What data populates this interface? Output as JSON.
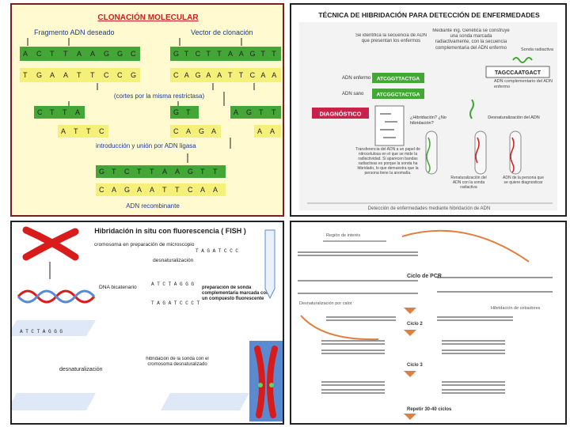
{
  "panel1": {
    "title": "CLONACIÓN MOLECULAR",
    "fragment_label": "Fragmento ADN deseado",
    "vector_label": "Vector de clonación",
    "seq_top_left": [
      "A",
      "C",
      "T",
      "T",
      "A",
      "A",
      "G",
      "G",
      "C"
    ],
    "seq_bot_left": [
      "T",
      "G",
      "A",
      "A",
      "T",
      "T",
      "C",
      "C",
      "G"
    ],
    "seq_top_right": [
      "G",
      "T",
      "C",
      "T",
      "T",
      "A",
      "A",
      "G",
      "T",
      "T"
    ],
    "seq_bot_right": [
      "C",
      "A",
      "G",
      "A",
      "A",
      "T",
      "T",
      "C",
      "A",
      "A"
    ],
    "cut_caption": "(cortes por la misma restrictasa)",
    "mid_left_top": [
      "C",
      "T",
      "T",
      "A"
    ],
    "mid_left_bot": [
      "A",
      "T",
      "T",
      "C"
    ],
    "mid_mid_top": [
      "G",
      "T"
    ],
    "mid_mid_bot": [
      "C",
      "A",
      "G",
      "A"
    ],
    "mid_right_top": [
      "A",
      "G",
      "T",
      "T"
    ],
    "mid_right_bot": [
      "A",
      "A"
    ],
    "ligase_caption": "introducción y unión por ADN ligasa",
    "final_top": [
      "G",
      "T",
      "C",
      "T",
      "T",
      "A",
      "A",
      "G",
      "T",
      "T"
    ],
    "final_bot": [
      "C",
      "A",
      "G",
      "A",
      "A",
      "T",
      "T",
      "C",
      "A",
      "A"
    ],
    "recombinant_label": "ADN recombinante"
  },
  "panel2": {
    "title": "TÉCNICA DE HIBRIDACIÓN PARA DETECCIÓN DE ENFERMEDADES",
    "step1": "Se identifica la secuencia de ADN que presentan los enfermos",
    "step2": "Mediante ing. Genética se construye una sonda marcada radiactivamente, con la secuencia complementaria del ADN enfermo",
    "probe_label": "Sonda radiactiva",
    "probe_seq": "TAGCCAATGACT",
    "sick_label": "ADN enfermo",
    "sick_seq": "ATCGGTTACTGA",
    "healthy_label": "ADN sano",
    "healthy_seq": "ATCGGCTACTGA",
    "complement_label": "ADN complementario del ADN enfermo",
    "diagnosis_label": "DIAGNÓSTICO",
    "question": "¿Hibridación? ¿No hibridación?",
    "denature_label": "Desnaturalización del ADN",
    "transfer_text": "Transferencia del ADN a un papel de nitrocelulosa en el que se mide la radiactividad. Si aparecen bandas radiactivas es porque la sonda ha hibridado, lo que demuestra que la persona tiene la anomalía.",
    "renature_label": "Renaturalización del ADN con la sonda radiactiva",
    "person_label": "ADN de la persona que se quiere diagnosticar",
    "caption": "Detección de enfermedades mediante hibridación de ADN"
  },
  "panel3": {
    "title": "Hibridación in situ con fluorescencia ( FISH )",
    "chromosome_label": "cromosoma en preparación de microscopio",
    "denat_label": "desnaturalización",
    "dna_label": "DNA bicatenario",
    "probe_prep_label": "preparación de sonda complementaria marcada con un compuesto fluorescente",
    "denat2_label": "desnaturalización",
    "hybrid_label": "hibridación de la sonda con el cromosoma desnaturalizado",
    "seq_a": "T A G A T C C C",
    "seq_b": "A T C T A G G G",
    "seq_c": "T A G A T C C C T",
    "seq_d": "A T C T A G G G"
  },
  "panel4": {
    "region_label": "Región de interés",
    "cycle_label": "Ciclo de PCR",
    "denat_label": "Desnaturalización por calor",
    "primer_label": "Hibridación de cebadores",
    "cycle2": "Ciclo 2",
    "cycle3": "Ciclo 3",
    "repeat": "Repetir 30-40 ciclos"
  },
  "colors": {
    "title_red": "#cc2020",
    "green_box": "#43a636",
    "yellow_box": "#f4f07a",
    "dark_red": "#7a1f1f",
    "pcr_orange": "#e08040",
    "chromosome_red": "#d81c1c",
    "fish_blue": "#5a8bd0"
  }
}
